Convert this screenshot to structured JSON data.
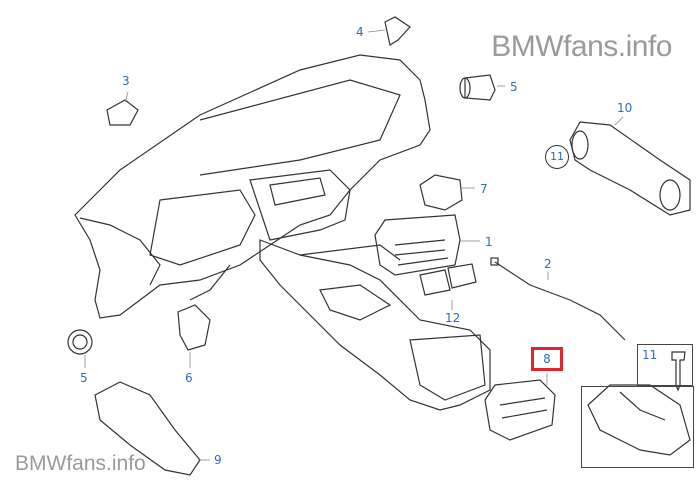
{
  "watermark": {
    "top": "BMWfans.info",
    "bottom": "BMWfans.info"
  },
  "labels": {
    "p1": "1",
    "p2": "2",
    "p3": "3",
    "p4": "4",
    "p5a": "5",
    "p5b": "5",
    "p6": "6",
    "p7": "7",
    "p8": "8",
    "p9": "9",
    "p10": "10",
    "p11a": "11",
    "p11b": "11",
    "p12": "12"
  },
  "highlight": {
    "label": "8",
    "color": "#e0262b"
  },
  "colors": {
    "label": "#2f6db5",
    "line": "#333333"
  }
}
